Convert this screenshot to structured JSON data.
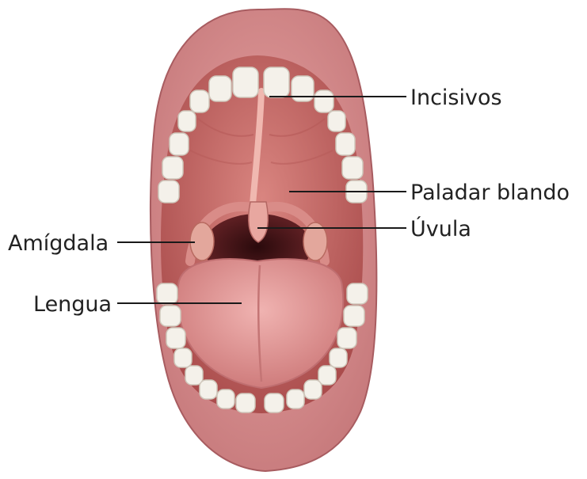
{
  "labels": {
    "incisivos": "Incisivos",
    "paladar_blando": "Paladar blando",
    "uvula": "Úvula",
    "amigdala": "Amígdala",
    "lengua": "Lengua"
  },
  "colors": {
    "lip": "#d98c8c",
    "lip_dark": "#b86a6c",
    "palate": "#c96a66",
    "throat": "#3a1216",
    "tongue": "#e39a9a",
    "teeth": "#f4f1ea"
  },
  "icons": {
    "mouth": "open-mouth-illustration"
  }
}
